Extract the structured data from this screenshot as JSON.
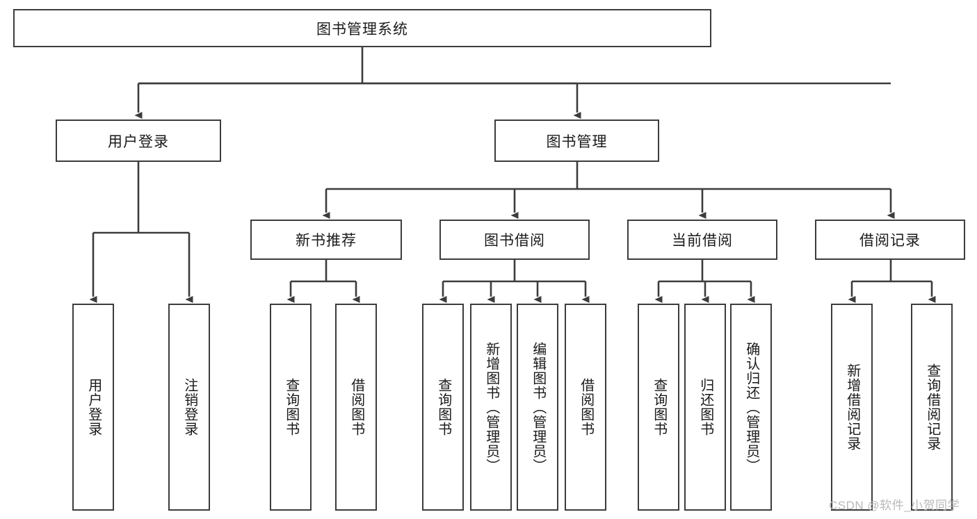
{
  "diagram": {
    "title": "图书管理系统",
    "type": "tree-hierarchy",
    "watermark": "CSDN @软件_小贺同学",
    "colors": {
      "box_border": "#3c3c3c",
      "box_fill": "#ffffff",
      "edge": "#3c3c3c",
      "text": "#1a1a1a",
      "watermark": "#b8b8b8",
      "background": "#ffffff"
    },
    "nodes": {
      "root": {
        "label": "图书管理系统",
        "level": 1,
        "orientation": "horizontal"
      },
      "l2": [
        {
          "id": "user-login",
          "label": "用户登录",
          "level": 2,
          "orientation": "horizontal"
        },
        {
          "id": "book-manage",
          "label": "图书管理",
          "level": 2,
          "orientation": "horizontal"
        }
      ],
      "l3": [
        {
          "id": "new-book-rec",
          "label": "新书推荐",
          "level": 3,
          "orientation": "horizontal"
        },
        {
          "id": "book-borrow",
          "label": "图书借阅",
          "level": 3,
          "orientation": "horizontal"
        },
        {
          "id": "current-borrow",
          "label": "当前借阅",
          "level": 3,
          "orientation": "horizontal"
        },
        {
          "id": "borrow-record",
          "label": "借阅记录",
          "level": 3,
          "orientation": "horizontal"
        }
      ],
      "leaves": [
        {
          "id": "leaf-user-login",
          "label": "用户登录",
          "parent": "user-login"
        },
        {
          "id": "leaf-logout-login",
          "label": "注销登录",
          "parent": "user-login"
        },
        {
          "id": "leaf-query-book-1",
          "label": "查询图书",
          "parent": "new-book-rec"
        },
        {
          "id": "leaf-borrow-book-1",
          "label": "借阅图书",
          "parent": "new-book-rec"
        },
        {
          "id": "leaf-query-book-2",
          "label": "查询图书",
          "parent": "book-borrow"
        },
        {
          "id": "leaf-add-book",
          "label": "新增图书（管理员）",
          "parent": "book-borrow"
        },
        {
          "id": "leaf-edit-book",
          "label": "编辑图书（管理员）",
          "parent": "book-borrow"
        },
        {
          "id": "leaf-borrow-book-2",
          "label": "借阅图书",
          "parent": "book-borrow"
        },
        {
          "id": "leaf-query-book-3",
          "label": "查询图书",
          "parent": "current-borrow"
        },
        {
          "id": "leaf-return-book",
          "label": "归还图书",
          "parent": "current-borrow"
        },
        {
          "id": "leaf-confirm-return",
          "label": "确认归还（管理员）",
          "parent": "current-borrow"
        },
        {
          "id": "leaf-add-record",
          "label": "新增借阅记录",
          "parent": "borrow-record"
        },
        {
          "id": "leaf-query-record",
          "label": "查询借阅记录",
          "parent": "borrow-record"
        }
      ]
    }
  }
}
